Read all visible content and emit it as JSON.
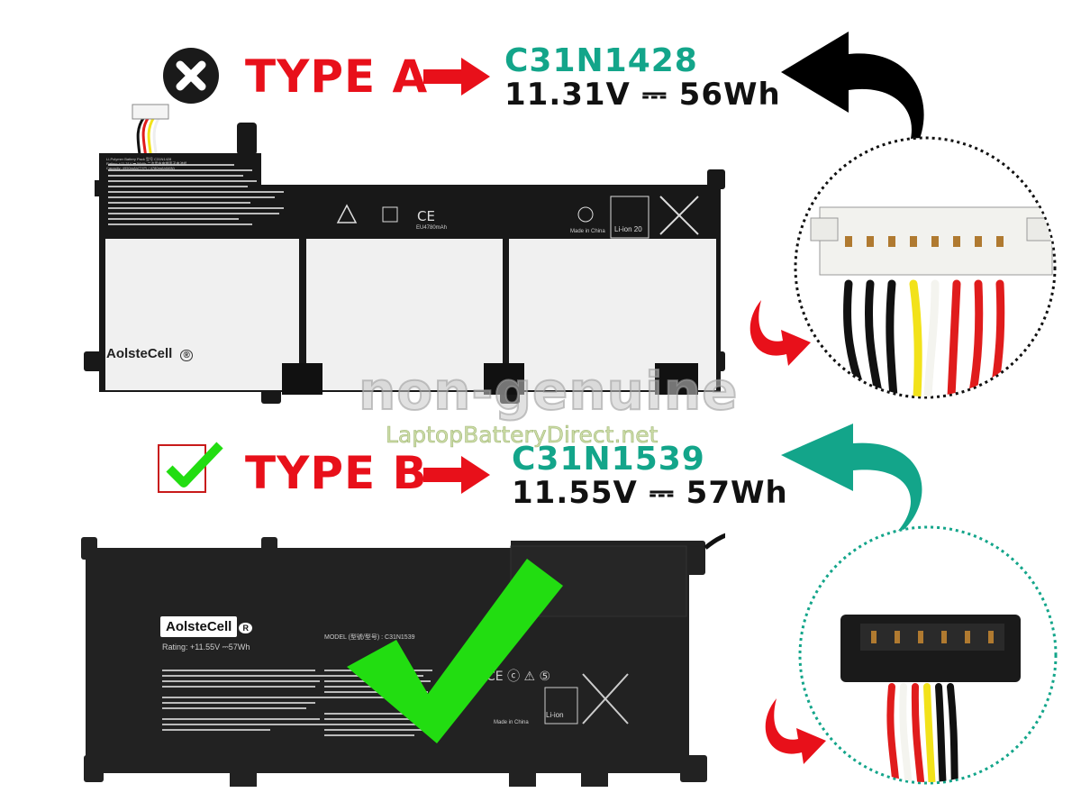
{
  "type_a": {
    "label": "TYPE A",
    "model": "C31N1428",
    "spec": "11.31V ⎓ 56Wh",
    "status_icon": "x-circle-icon",
    "brand": "AolsteCell",
    "brand_mark": "®",
    "label_text": "Li-Polymer Battery Pack  型号 C31N1428\nRating: +11.31V ⎓ 56Wh  二次用充电锂离子电池组\nCapacity: 4950mAh(TYP) / 4780mAh(MIN)",
    "cert_text": "EU4780mAh",
    "made_in": "Made in China",
    "recycle": "Li-ion 20",
    "connector_colors": [
      "#111111",
      "#111111",
      "#111111",
      "#f2e21a",
      "#f4f4ef",
      "#e01c1c",
      "#e01c1c",
      "#e01c1c"
    ]
  },
  "type_b": {
    "label": "TYPE B",
    "model": "C31N1539",
    "spec": "11.55V ⎓ 57Wh",
    "status_icon": "checkmark-icon",
    "brand": "AolsteCell",
    "brand_mark": "R",
    "rating": "Rating: +11.55V ⎓57Wh",
    "model_text": "MODEL (型號/型号) : C31N1539",
    "made_in": "Made in China",
    "recycle": "Li-ion",
    "connector_colors": [
      "#e01c1c",
      "#f4f4ef",
      "#e01c1c",
      "#f2e21a",
      "#111111",
      "#111111"
    ]
  },
  "watermark": {
    "line1": "non-genuine",
    "line2": "LaptopBatteryDirect.net"
  },
  "colors": {
    "red": "#e8101a",
    "teal": "#13a58a",
    "green_check": "#22dd11"
  }
}
